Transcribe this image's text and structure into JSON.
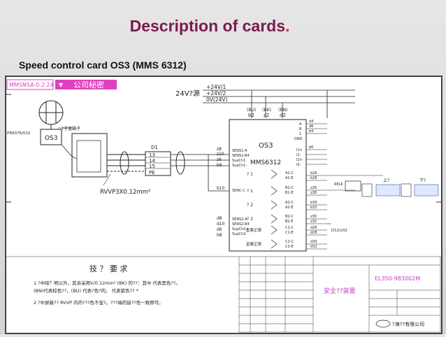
{
  "slide": {
    "title": "Description of cards",
    "title_period": ".",
    "subtitle": "Speed control card OS3 (MMS 6312)"
  },
  "drawing": {
    "stamp_left": "MMSNSA-0.2.24",
    "stamp_right": "公司秘密",
    "stamp_mark": "▼",
    "supply_label": "24V?源",
    "supply_lines": [
      "+24V/1",
      "+24V/2",
      "0V(24V)"
    ],
    "sensor_label": "PR9376/010",
    "sensor_box": "OS3",
    "terminal_box_label": "?子盒箱子",
    "cable_label": "RVVP3X0.12mm²",
    "terminal_name": "D1",
    "terminals": [
      "13",
      "14",
      "15",
      "PE"
    ],
    "card_name": "OS3",
    "card_model": "MMS6312",
    "top_connectors": [
      {
        "color": "(BU)",
        "pin": "b2"
      },
      {
        "color": "(BK)",
        "pin": "z2"
      },
      {
        "color": "(BN)",
        "pin": "d2"
      }
    ],
    "left_pins": [
      "z8",
      "z10",
      "z6",
      "b6",
      "b10",
      "d8",
      "d10",
      "d6",
      "b8"
    ],
    "left_signals": [
      "SENS1-A",
      "SENS1-B4",
      "SupCh1",
      "SupCh1-",
      "SENC-C",
      "SENS2-A",
      "SENS2-B4",
      "SupCh2+",
      "SupCh2-"
    ],
    "upper_right_pins": [
      "d4",
      "d6",
      "b4",
      "b6"
    ],
    "upper_right_signals": [
      "A",
      "B",
      "1",
      "GND",
      "I1+",
      "I1-",
      "I2+",
      "I2-"
    ],
    "channels": [
      "? 1",
      "? 1",
      "? 2",
      "? 2"
    ],
    "dir_labels": [
      "倉庫正周",
      "倉庫正周"
    ],
    "relay_pins": [
      "A1-C",
      "A1-E",
      "B1-C",
      "B1-E",
      "A2-C",
      "A2-E",
      "B2-C",
      "B2-E",
      "C1-C",
      "C1-E",
      "C2-C",
      "C2-E"
    ],
    "relay_pin_nums": [
      "b26",
      "b28",
      "z26",
      "z28",
      "b30",
      "b32",
      "z30",
      "z32",
      "d26",
      "d28",
      "d30",
      "d32"
    ],
    "d12_label": "D12/z32",
    "rel_label": "REL6",
    "upper_out": "上?",
    "lower_out": "下?",
    "notes_title": "技 ？ 要 求",
    "notes_line1": "1  ?中除？明以外，其余采用V/0.12mm²      (BK) 的??：其中        代表黑色??。",
    "notes_line2": "(BN)代表棕色??，(BU)        代表?色?的。          代表紫色?? *",
    "notes_line3": "2  ?中屏蔽?? RVVP            内的???色不宝?。???端的接??色一致即可。",
    "tb_project": "安全??装置",
    "tb_drawing_no": "EL350-983002M",
    "tb_company": "?海??有限公司"
  }
}
